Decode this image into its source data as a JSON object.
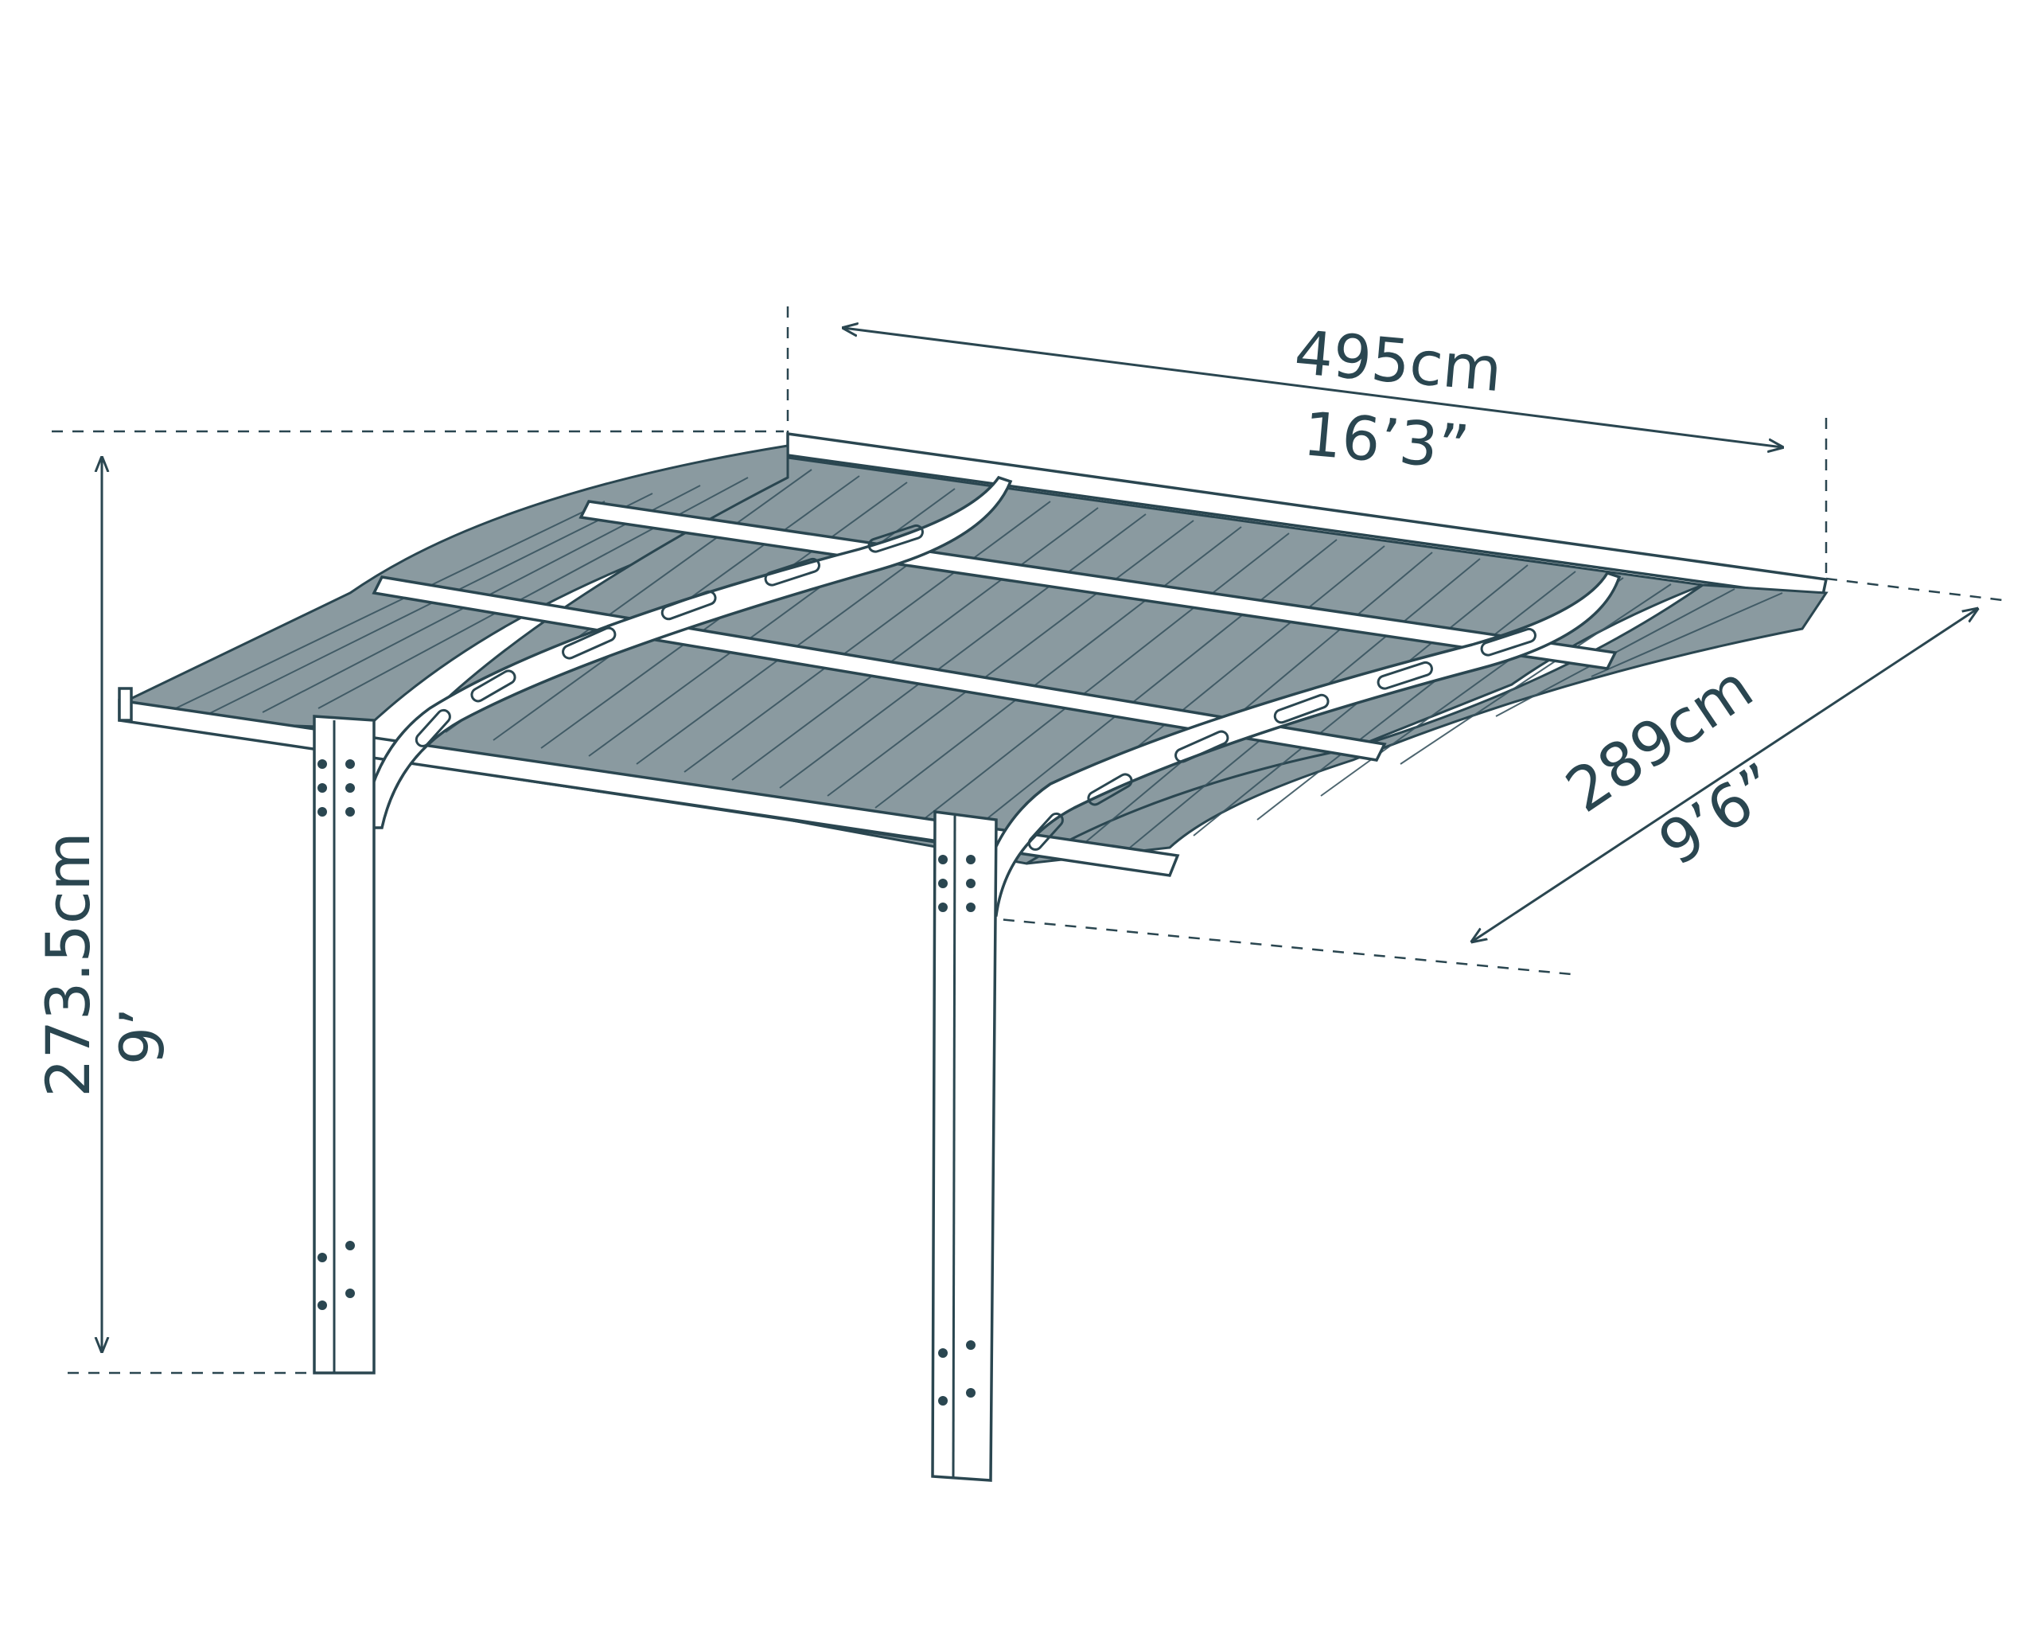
{
  "dimensions": {
    "width": {
      "metric": "495cm",
      "imperial": "16’3”"
    },
    "depth": {
      "metric": "289cm",
      "imperial": "9’6”"
    },
    "height": {
      "metric": "273.5cm",
      "imperial": "9’"
    }
  },
  "colors": {
    "line": "#2a4650",
    "panel": "#8a9aa0",
    "background": "#ffffff"
  }
}
